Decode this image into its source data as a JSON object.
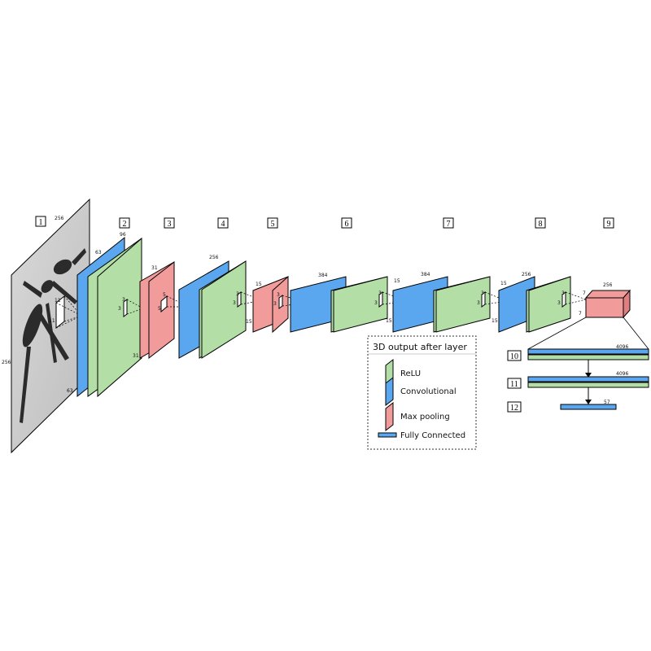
{
  "layer_numbers": [
    "1",
    "2",
    "3",
    "4",
    "5",
    "6",
    "7",
    "8",
    "9",
    "10",
    "11",
    "12"
  ],
  "colors": {
    "relu": "#b3dfa6",
    "conv": "#5aa6ef",
    "pool": "#f29b9b",
    "input_bg": "#cfcfcf"
  },
  "dims": {
    "input_w": "256",
    "input_h": "256",
    "input_k1": "11",
    "input_k2": "11",
    "l2_depth": "96",
    "l2_size1": "63",
    "l2_size2": "63",
    "l2_k1": "3",
    "l2_k2": "3",
    "l3_size1": "31",
    "l3_size2": "31",
    "l3_k1": "5",
    "l3_k2": "5",
    "l4_depth": "256",
    "l4_k1": "3",
    "l4_k2": "3",
    "l5_size1": "15",
    "l5_size2": "15",
    "l5_k1": "3",
    "l5_k2": "3",
    "l6_depth": "384",
    "l6_k1": "3",
    "l6_k2": "3",
    "l7_depth": "384",
    "l7_size1": "15",
    "l7_size2": "15",
    "l7_k1": "3",
    "l7_k2": "3",
    "l8_depth": "256",
    "l8_size1": "15",
    "l8_size2": "15",
    "l8_k1": "3",
    "l8_k2": "3",
    "l9_depth": "256",
    "l9_size1": "7",
    "l9_size2": "7",
    "fc10": "4096",
    "fc11": "4096",
    "fc12": "57"
  },
  "legend": {
    "title": "3D output after layer",
    "items": [
      "ReLU",
      "Convolutional",
      "Max pooling",
      "Fully Connected"
    ]
  }
}
